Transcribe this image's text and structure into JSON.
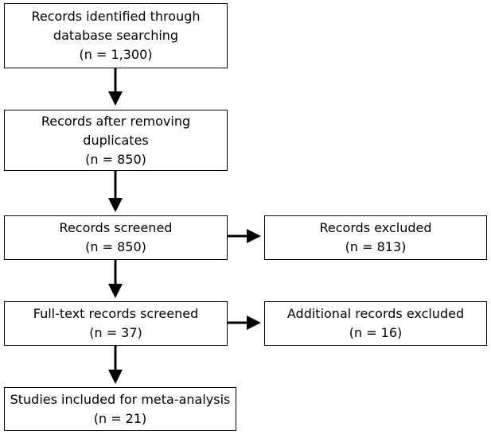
{
  "flow": {
    "identified": {
      "lines": [
        "Records identified through",
        "database searching",
        "(n = 1,300)"
      ]
    },
    "deduplicated": {
      "lines": [
        "Records after removing",
        "duplicates",
        "(n = 850)"
      ]
    },
    "screened": {
      "lines": [
        "Records screened",
        "(n = 850)"
      ]
    },
    "excluded": {
      "lines": [
        "Records excluded",
        "(n = 813)"
      ]
    },
    "fulltext": {
      "lines": [
        "Full-text records screened",
        "(n = 37)"
      ]
    },
    "additional_excluded": {
      "lines": [
        "Additional records excluded",
        "(n = 16)"
      ]
    },
    "included": {
      "lines": [
        "Studies included for meta-analysis",
        "(n = 21)"
      ]
    }
  }
}
